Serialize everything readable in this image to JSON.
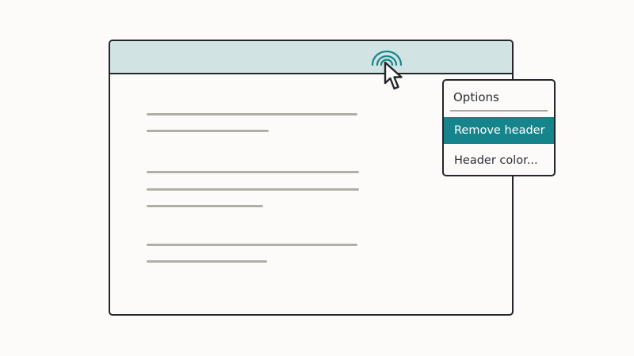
{
  "menu": {
    "title": "Options",
    "items": [
      {
        "label": "Remove header",
        "active": true
      },
      {
        "label": "Header color..."
      }
    ]
  },
  "colors": {
    "header_bg": "#d1e4e3",
    "accent": "#16848b",
    "outline": "#23262b",
    "text_line": "#b2aea6"
  },
  "icons": {
    "cursor": "arrow-cursor-icon",
    "ripple": "click-ripple-icon"
  }
}
